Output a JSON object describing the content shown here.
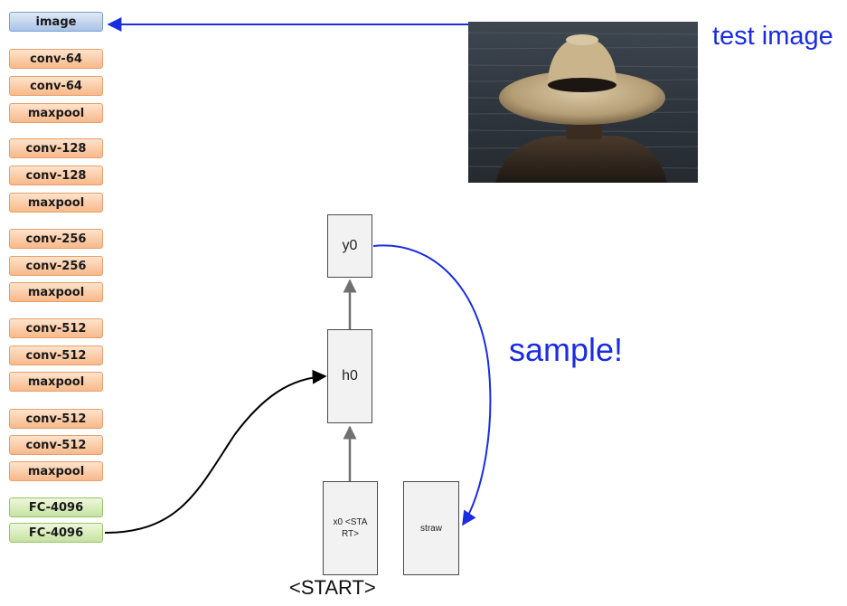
{
  "layers": [
    {
      "label": "image",
      "kind": "blue"
    },
    {
      "label": "conv-64",
      "kind": "orange"
    },
    {
      "label": "conv-64",
      "kind": "orange"
    },
    {
      "label": "maxpool",
      "kind": "orange"
    },
    {
      "label": "conv-128",
      "kind": "orange"
    },
    {
      "label": "conv-128",
      "kind": "orange"
    },
    {
      "label": "maxpool",
      "kind": "orange"
    },
    {
      "label": "conv-256",
      "kind": "orange"
    },
    {
      "label": "conv-256",
      "kind": "orange"
    },
    {
      "label": "maxpool",
      "kind": "orange"
    },
    {
      "label": "conv-512",
      "kind": "orange"
    },
    {
      "label": "conv-512",
      "kind": "orange"
    },
    {
      "label": "maxpool",
      "kind": "orange"
    },
    {
      "label": "conv-512",
      "kind": "orange"
    },
    {
      "label": "conv-512",
      "kind": "orange"
    },
    {
      "label": "maxpool",
      "kind": "orange"
    },
    {
      "label": "FC-4096",
      "kind": "green"
    },
    {
      "label": "FC-4096",
      "kind": "green"
    }
  ],
  "nodes": {
    "y0": "y0",
    "h0": "h0",
    "x0": "x0 <STA RT>",
    "straw": "straw"
  },
  "labels": {
    "test_image": "test image",
    "sample": "sample!",
    "start": "<START>"
  },
  "colors": {
    "arrow_blue": "#1a2de0",
    "arrow_black": "#000000",
    "arrow_gray": "#707070"
  }
}
